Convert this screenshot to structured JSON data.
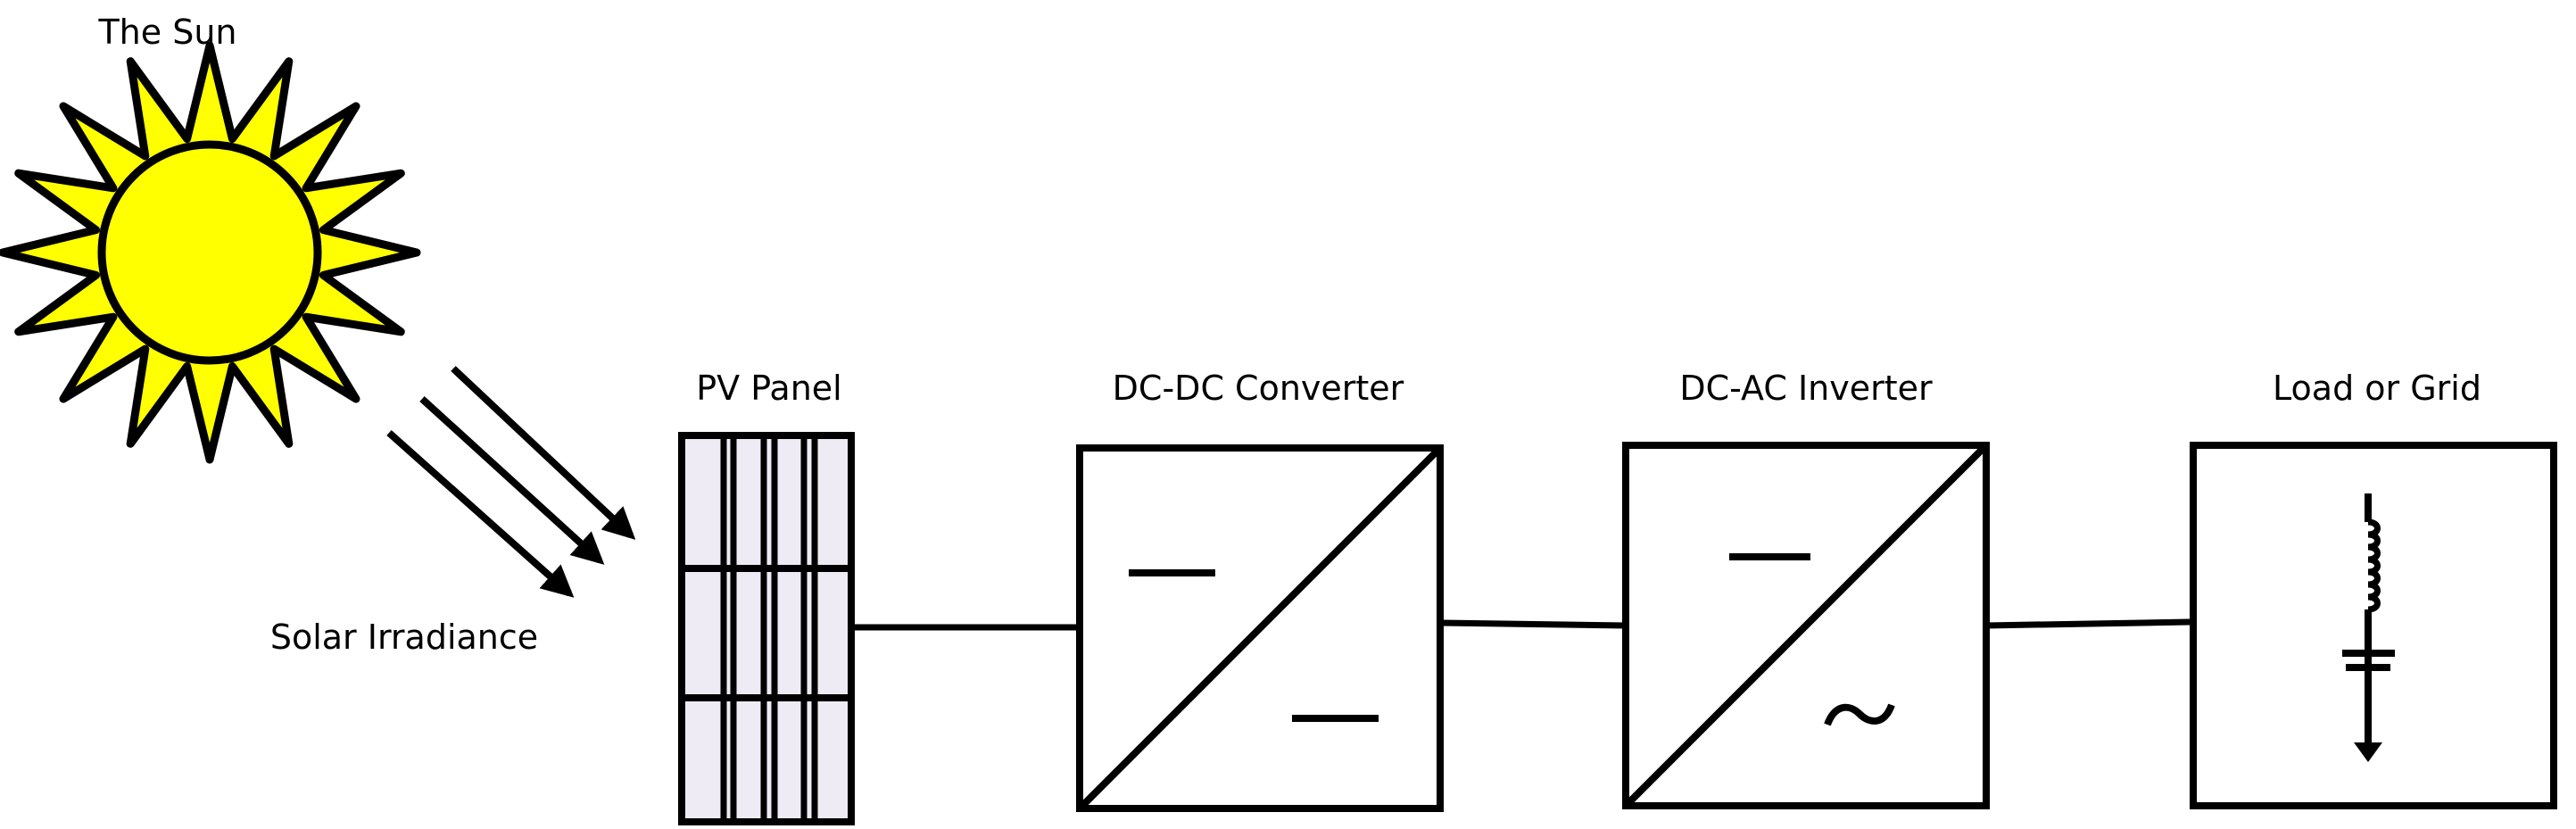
{
  "labels": {
    "sun": "The Sun",
    "irradiance": "Solar Irradiance",
    "pv_panel": "PV Panel",
    "dcdc": "DC-DC Converter",
    "dcac": "DC-AC Inverter",
    "load": "Load or Grid"
  },
  "symbols": {
    "dc": "—",
    "ac": "~"
  },
  "colors": {
    "sun_fill": "#FFFF00",
    "outline": "#000000",
    "panel_fill": "#EFEBF5",
    "background": "#FFFFFF"
  },
  "icons": {
    "sun": "sun-icon",
    "rays": "irradiance-arrow-icon",
    "pv": "solar-panel-icon",
    "converter": "dc-dc-converter-icon",
    "inverter": "dc-ac-inverter-icon",
    "load": "load-symbol-icon"
  }
}
